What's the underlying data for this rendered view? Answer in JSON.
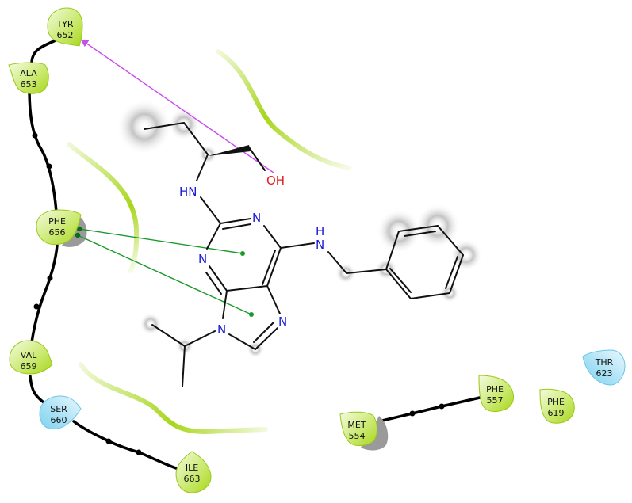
{
  "colors": {
    "hydrophobic": "#a8d61c",
    "hydrophobic_light": "#f2fbd8",
    "polar": "#7fd3f0",
    "polar_light": "#e6f7fd",
    "hbond": "#c94cf0",
    "pi_stacking": "#1a9a2a",
    "nitrogen": "#1a1ad6",
    "oxygen": "#e01b1b",
    "bond": "#111111"
  },
  "residues": [
    {
      "id": "tyr652",
      "name": "TYR",
      "num": "652",
      "type": "hydrophobic"
    },
    {
      "id": "ala653",
      "name": "ALA",
      "num": "653",
      "type": "hydrophobic"
    },
    {
      "id": "phe656",
      "name": "PHE",
      "num": "656",
      "type": "hydrophobic",
      "exposed": true
    },
    {
      "id": "val659",
      "name": "VAL",
      "num": "659",
      "type": "hydrophobic"
    },
    {
      "id": "ser660",
      "name": "SER",
      "num": "660",
      "type": "polar"
    },
    {
      "id": "ile663",
      "name": "ILE",
      "num": "663",
      "type": "hydrophobic"
    },
    {
      "id": "met554",
      "name": "MET",
      "num": "554",
      "type": "hydrophobic",
      "exposed": true
    },
    {
      "id": "phe557",
      "name": "PHE",
      "num": "557",
      "type": "hydrophobic"
    },
    {
      "id": "phe619",
      "name": "PHE",
      "num": "619",
      "type": "hydrophobic"
    },
    {
      "id": "thr623",
      "name": "THR",
      "num": "623",
      "type": "polar"
    }
  ],
  "atom_labels": {
    "oh": "OH",
    "hn_top": "HN",
    "n_ring1": "N",
    "n_ring3": "N",
    "n_h": "H",
    "n_amine": "N",
    "n_imid7": "N",
    "n_imid9": "N"
  },
  "interactions": [
    {
      "type": "hbond",
      "from": "OH",
      "to": "TYR 652"
    },
    {
      "type": "pi-pi stacking",
      "from": "PHE 656",
      "to": "pyrimidine ring"
    },
    {
      "type": "pi-pi stacking",
      "from": "PHE 656",
      "to": "imidazole ring"
    }
  ]
}
